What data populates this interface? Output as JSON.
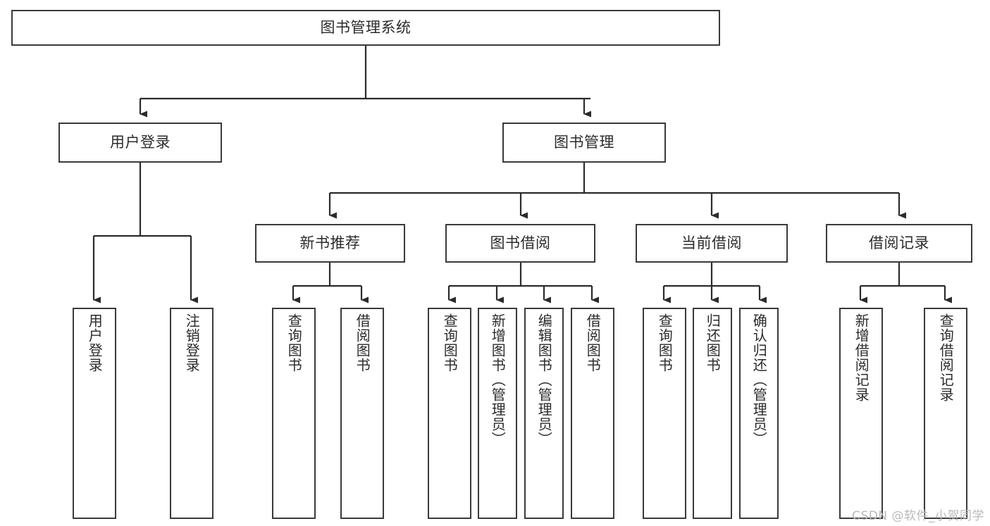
{
  "diagram": {
    "title": "图书管理系统",
    "type": "tree-hierarchy-chart",
    "colors": {
      "stroke": "#3a3a3a",
      "fill": "#ffffff",
      "text": "#2b2b2b",
      "watermark": "#b9b9b9"
    },
    "root": {
      "label": "图书管理系统"
    },
    "level1": [
      {
        "label": "用户登录"
      },
      {
        "label": "图书管理"
      }
    ],
    "level2": [
      {
        "label": "新书推荐"
      },
      {
        "label": "图书借阅"
      },
      {
        "label": "当前借阅"
      },
      {
        "label": "借阅记录"
      }
    ],
    "leaves": {
      "user_login": [
        {
          "label": "用户登录"
        },
        {
          "label": "注销登录"
        }
      ],
      "new_book_recommend": [
        {
          "label": "查询图书"
        },
        {
          "label": "借阅图书"
        }
      ],
      "book_borrow": [
        {
          "label": "查询图书"
        },
        {
          "label": "新增图书（管理员）"
        },
        {
          "label": "编辑图书（管理员）"
        },
        {
          "label": "借阅图书"
        }
      ],
      "current_borrow": [
        {
          "label": "查询图书"
        },
        {
          "label": "归还图书"
        },
        {
          "label": "确认归还（管理员）"
        }
      ],
      "borrow_record": [
        {
          "label": "新增借阅记录"
        },
        {
          "label": "查询借阅记录"
        }
      ]
    },
    "watermark": "CSDN @软件_小贺同学"
  }
}
